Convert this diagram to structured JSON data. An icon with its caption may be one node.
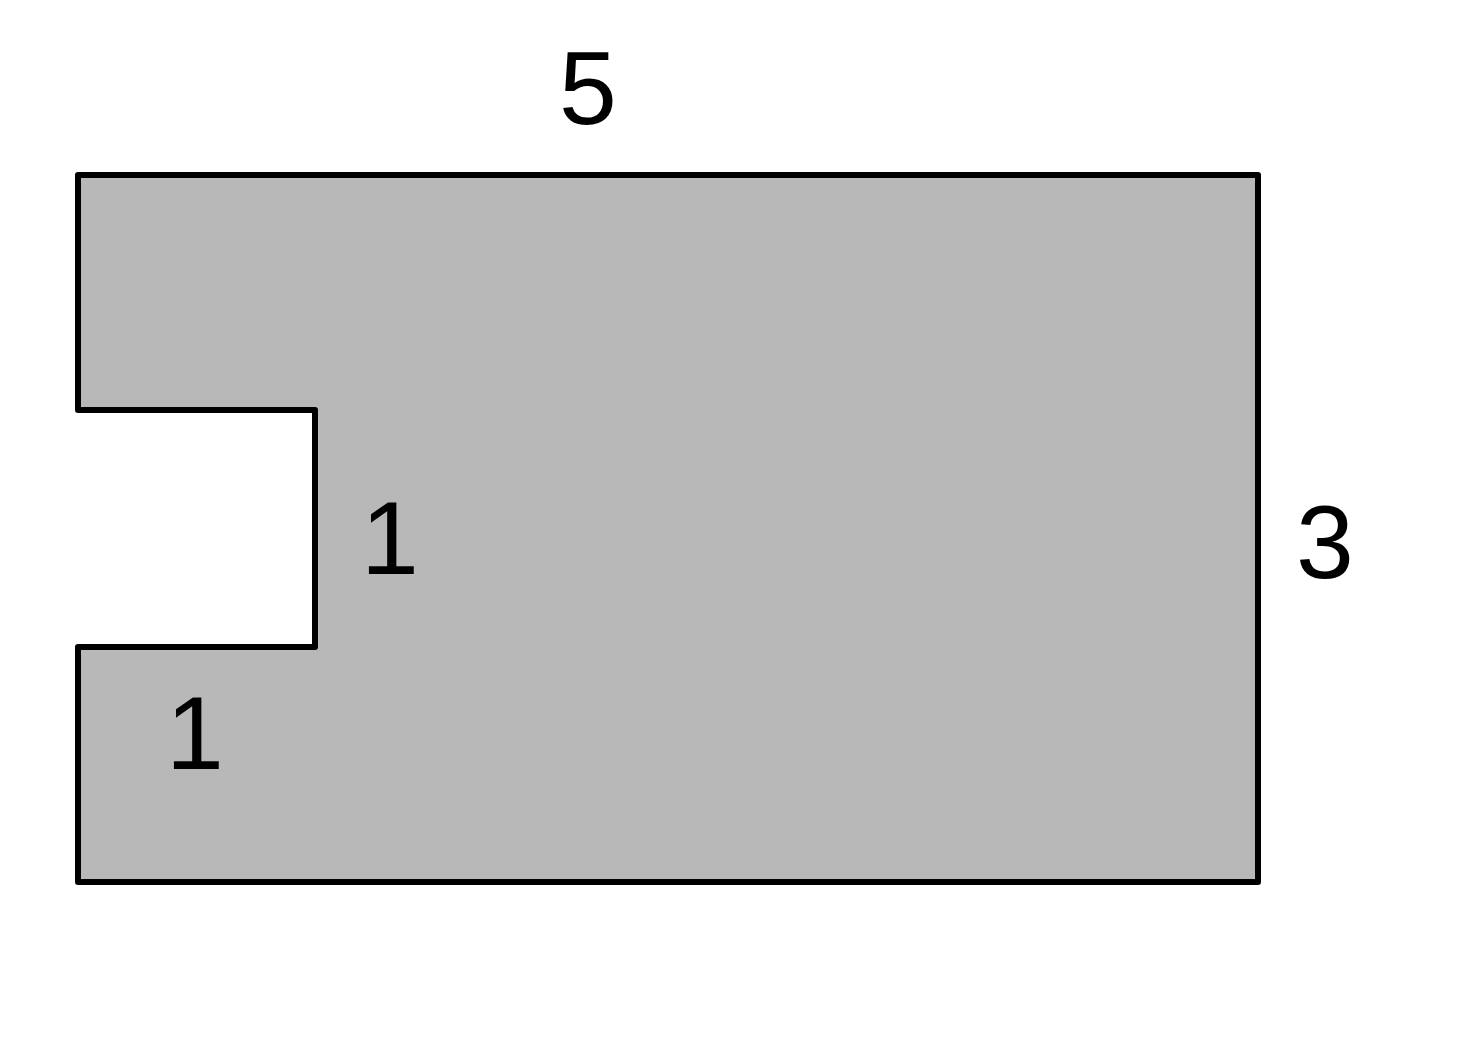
{
  "diagram": {
    "labels": [
      "5",
      "1",
      "3",
      "1"
    ]
  }
}
